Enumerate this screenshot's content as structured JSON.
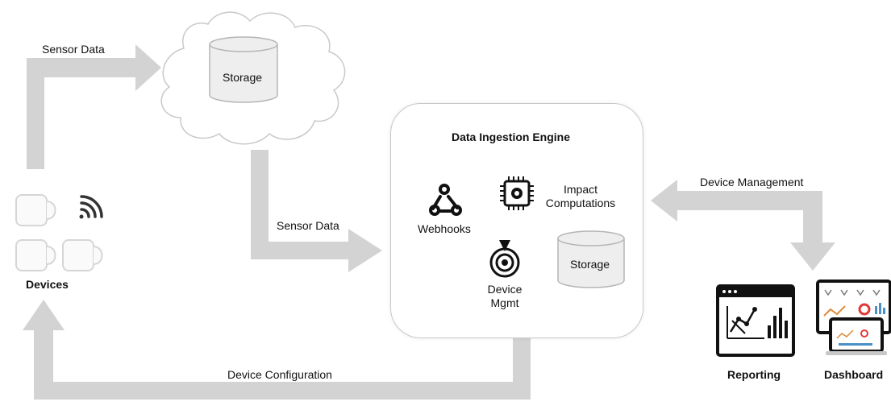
{
  "labels": {
    "sensor_data_top": "Sensor Data",
    "cloud_storage": "Storage",
    "sensor_data_mid": "Sensor Data",
    "engine_title": "Data Ingestion Engine",
    "webhooks": "Webhooks",
    "impact_1": "Impact",
    "impact_2": "Computations",
    "device_mgmt_1": "Device",
    "device_mgmt_2": "Mgmt",
    "engine_storage": "Storage",
    "device_management": "Device Management",
    "devices": "Devices",
    "device_configuration": "Device Configuration",
    "reporting": "Reporting",
    "dashboard": "Dashboard"
  },
  "icons": {
    "webhooks": "webhooks-icon",
    "chip": "chip-gear-icon",
    "target": "device-target-icon",
    "wifi": "wifi-signal-icon",
    "device": "device-sensor-icon"
  },
  "colors": {
    "arrow": "#d3d3d3",
    "storage_fill": "#eeeeee",
    "storage_stroke": "#b5b5b5"
  }
}
